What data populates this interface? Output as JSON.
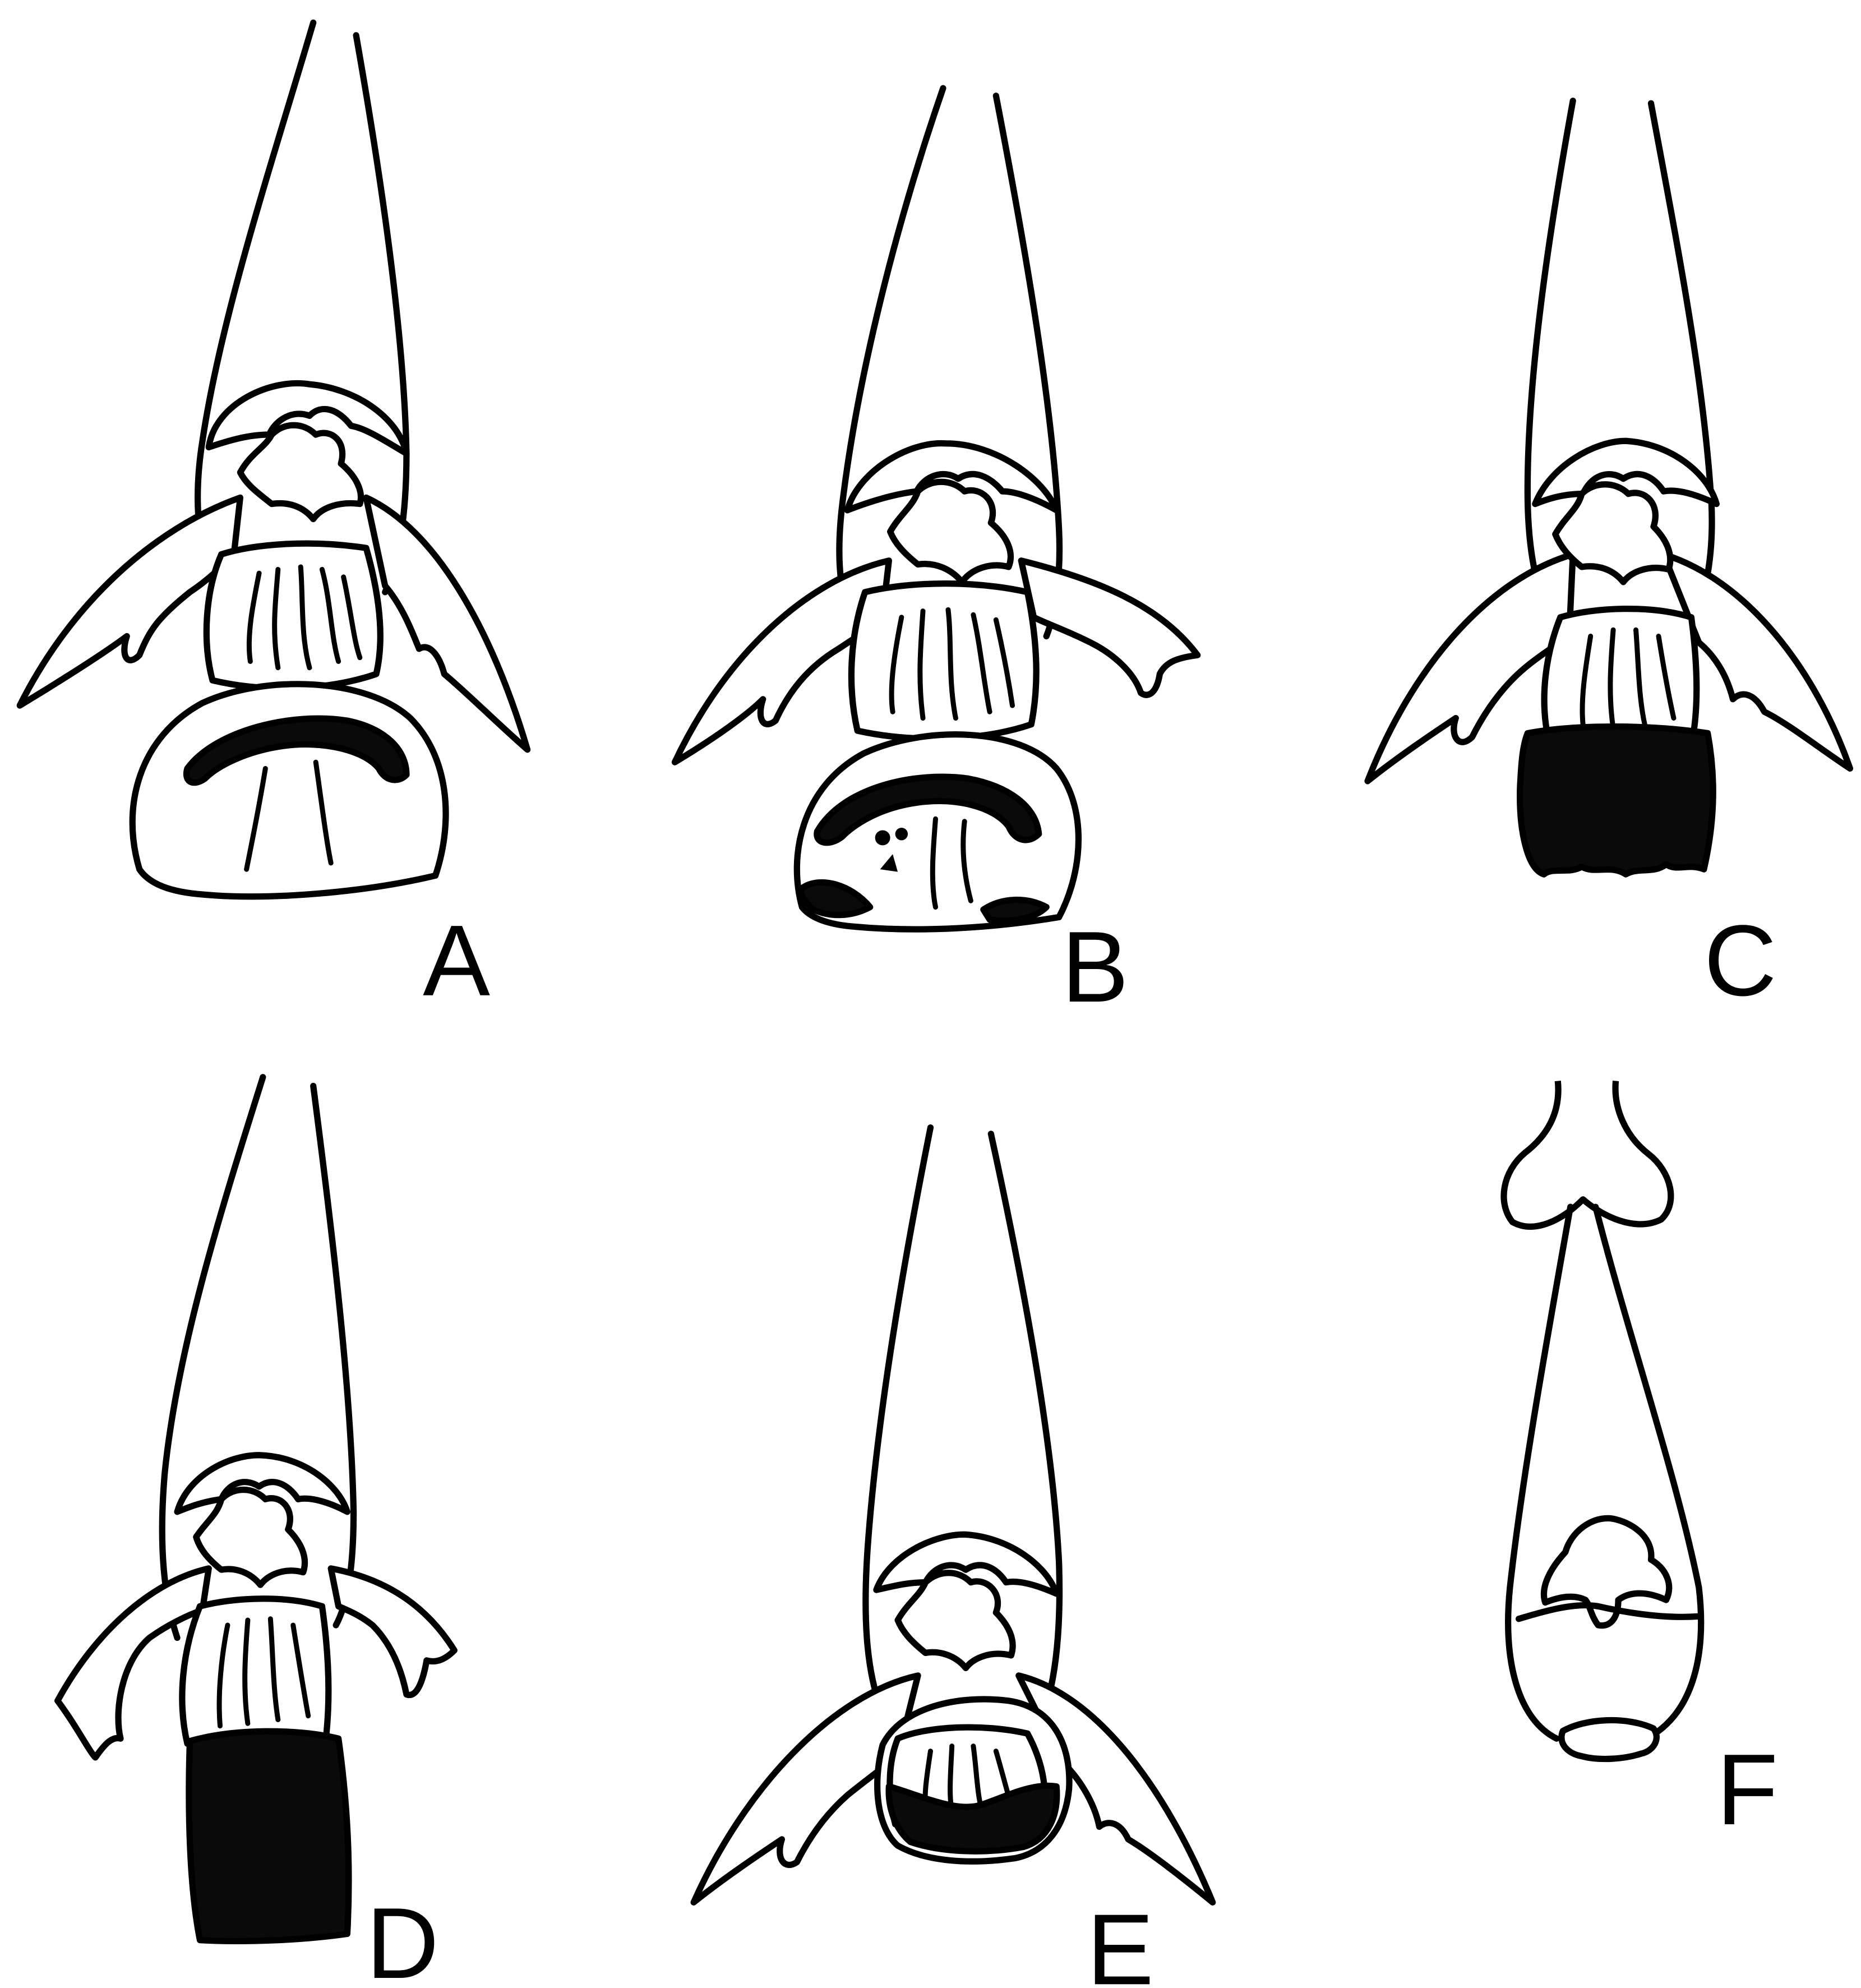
{
  "figure": {
    "panels": [
      {
        "key": "a",
        "label": "A"
      },
      {
        "key": "b",
        "label": "B"
      },
      {
        "key": "c",
        "label": "C"
      },
      {
        "key": "d",
        "label": "D"
      },
      {
        "key": "e",
        "label": "E"
      },
      {
        "key": "f",
        "label": "F"
      }
    ]
  },
  "colors": {
    "ink": "#000000",
    "background": "#ffffff"
  }
}
